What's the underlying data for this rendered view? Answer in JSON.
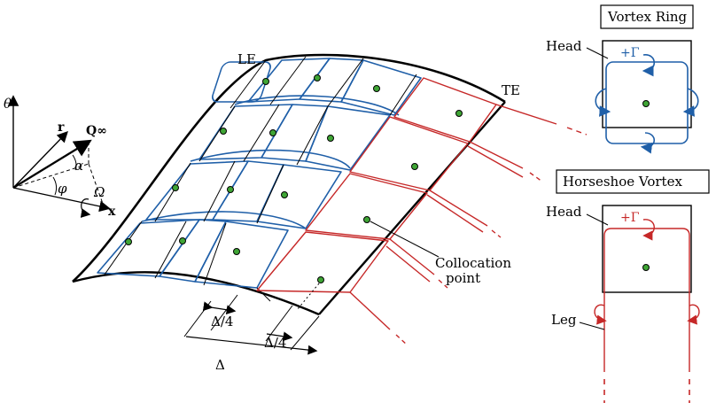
{
  "axes": {
    "theta": "θ",
    "r": "r",
    "q_inf": "Q∞",
    "alpha": "α",
    "phi": "φ",
    "omega": "Ω",
    "x": "x"
  },
  "wing": {
    "le": "LE",
    "te": "TE",
    "collocation_line1": "Collocation",
    "collocation_line2": "point",
    "delta_quarter_1": "Δ/4",
    "delta_quarter_2": "Δ/4",
    "delta": "Δ"
  },
  "vortex_ring": {
    "title": "Vortex Ring",
    "head": "Head",
    "gamma": "+Γ"
  },
  "horseshoe": {
    "title": "Horseshoe Vortex",
    "head": "Head",
    "gamma": "+Γ",
    "leg": "Leg"
  },
  "colors": {
    "ring": "#1f5fa8",
    "horseshoe": "#c62828",
    "collocation": "#3fa535"
  }
}
